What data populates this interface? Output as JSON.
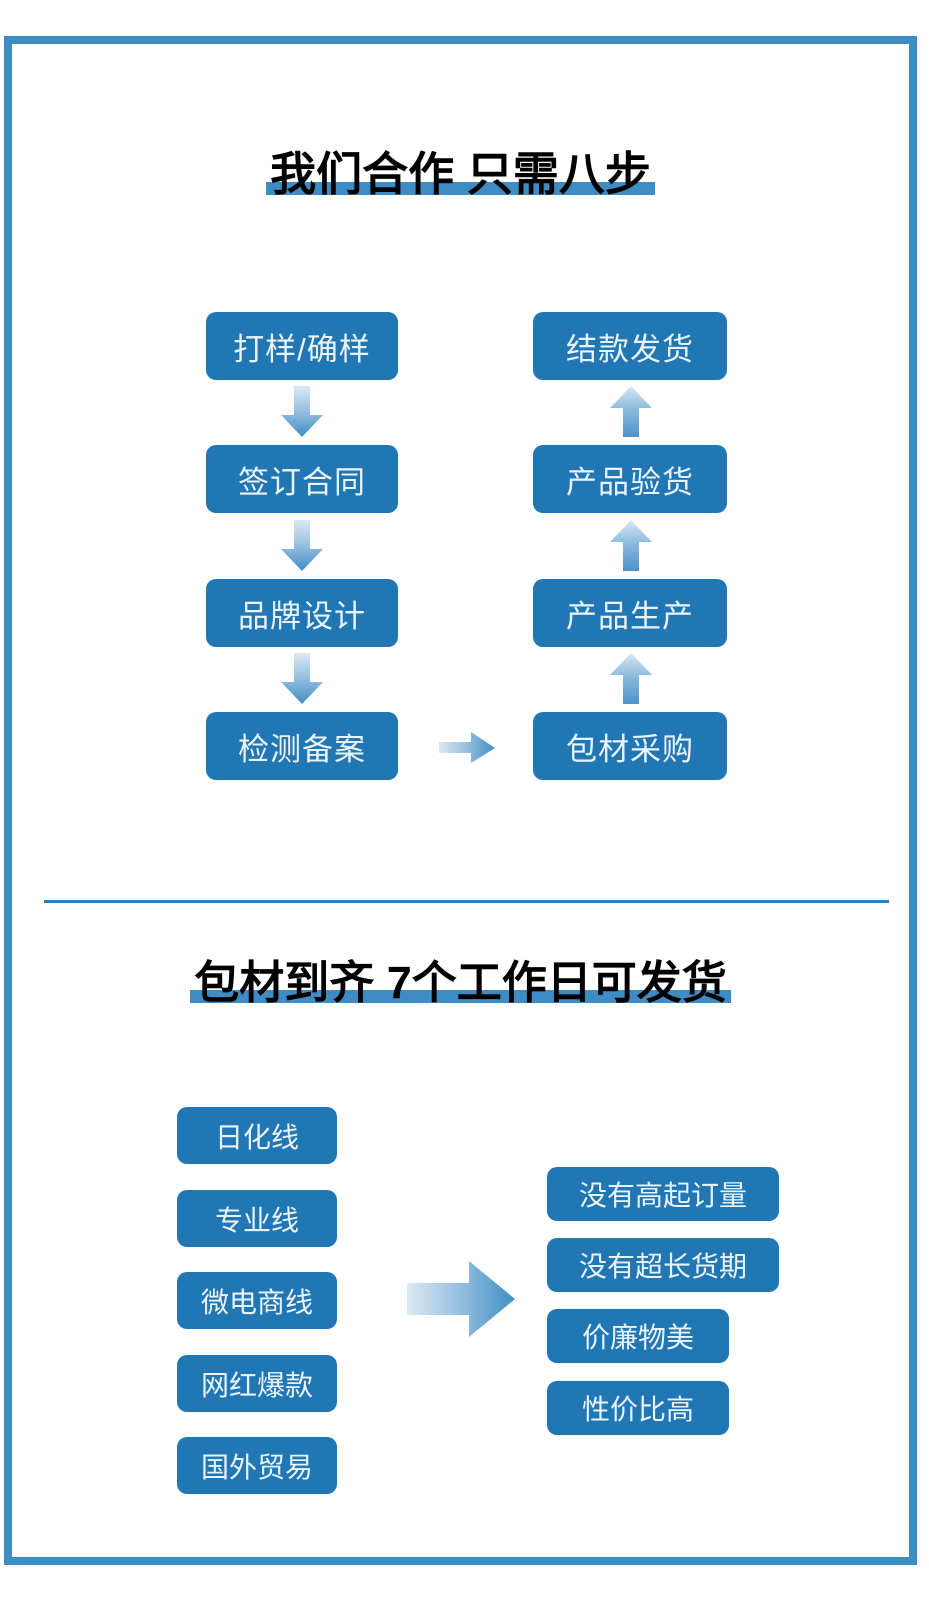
{
  "page": {
    "background_color": "#ffffff",
    "frame_color": "#3e8cc4",
    "accent_color": "#2077b4",
    "box_text_color": "#eaf3fa",
    "title_color": "#000000"
  },
  "section_one": {
    "title": "我们合作 只需八步",
    "flow": {
      "left_column": [
        {
          "label": "打样/确样"
        },
        {
          "label": "签订合同"
        },
        {
          "label": "品牌设计"
        },
        {
          "label": "检测备案"
        }
      ],
      "right_column": [
        {
          "label": "结款发货"
        },
        {
          "label": "产品验货"
        },
        {
          "label": "产品生产"
        },
        {
          "label": "包材采购"
        }
      ],
      "connectors": [
        {
          "name": "arrow-down-1",
          "direction": "down"
        },
        {
          "name": "arrow-down-2",
          "direction": "down"
        },
        {
          "name": "arrow-down-3",
          "direction": "down"
        },
        {
          "name": "arrow-right-bridge",
          "direction": "right"
        },
        {
          "name": "arrow-up-1",
          "direction": "up"
        },
        {
          "name": "arrow-up-2",
          "direction": "up"
        },
        {
          "name": "arrow-up-3",
          "direction": "up"
        }
      ]
    }
  },
  "section_two": {
    "title": "包材到齐 7个工作日可发货",
    "categories": [
      {
        "label": "日化线"
      },
      {
        "label": "专业线"
      },
      {
        "label": "微电商线"
      },
      {
        "label": "网红爆款"
      },
      {
        "label": "国外贸易"
      }
    ],
    "benefits": [
      {
        "label": "没有高起订量"
      },
      {
        "label": "没有超长货期"
      },
      {
        "label": "价廉物美"
      },
      {
        "label": "性价比高"
      }
    ],
    "connector": {
      "name": "arrow-right-large",
      "direction": "right"
    }
  }
}
